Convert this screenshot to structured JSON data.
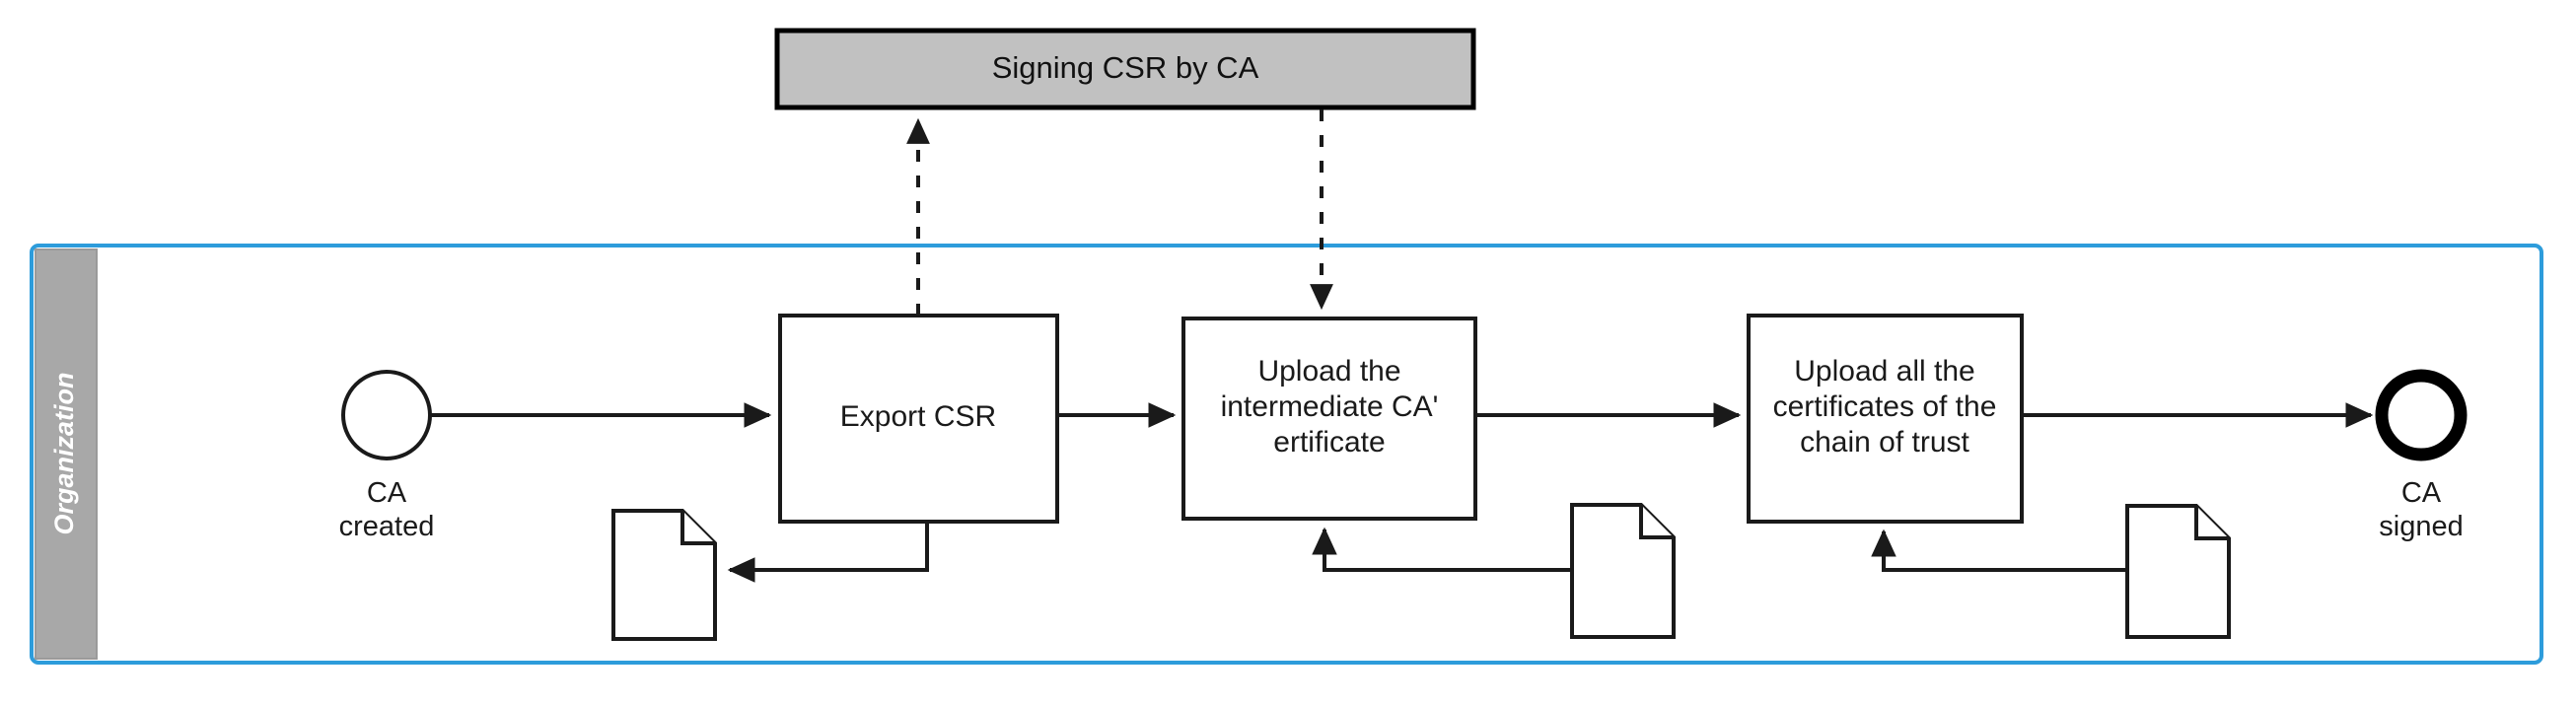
{
  "diagram": {
    "type": "bpmn-process-diagram",
    "background_color": "#ffffff"
  },
  "collapsed_pool": {
    "label": "Signing CSR by CA",
    "fill_color": "#c1c1c1",
    "border_color": "#000000"
  },
  "main_pool": {
    "lane_label": "Organization",
    "border_color": "#2d9cdb",
    "lane_header_color": "#a8a8a8",
    "lane_label_color": "#ffffff"
  },
  "events": {
    "start": {
      "name": "start-event",
      "label_line1": "CA",
      "label_line2": "created"
    },
    "end": {
      "name": "end-event",
      "label_line1": "CA",
      "label_line2": "signed"
    }
  },
  "tasks": [
    {
      "id": "export-csr",
      "lines": [
        "Export CSR"
      ]
    },
    {
      "id": "upload-intermediate-ca-certificate",
      "lines": [
        "Upload the",
        "intermediate CA'",
        "ertificate"
      ]
    },
    {
      "id": "upload-chain-of-trust",
      "lines": [
        "Upload all the",
        "certificates of the",
        "chain of trust"
      ]
    }
  ],
  "data_objects": [
    {
      "id": "data-object-1",
      "label": ""
    },
    {
      "id": "data-object-2",
      "label": ""
    },
    {
      "id": "data-object-3",
      "label": ""
    }
  ],
  "flows": {
    "sequence_flow_count": 4,
    "message_flow_count": 2,
    "data_association_count": 3,
    "line_color": "#1a1a1a"
  }
}
